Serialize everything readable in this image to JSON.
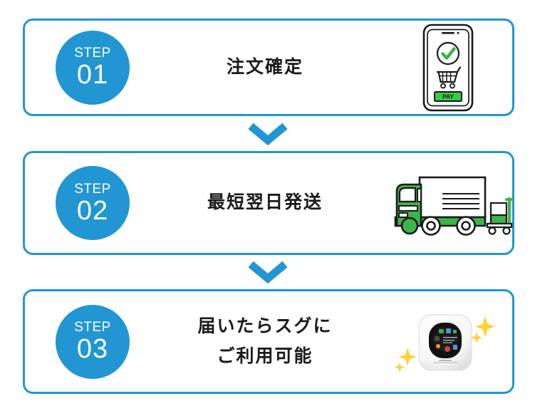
{
  "meta": {
    "accent_blue": "#2196D3",
    "icon_green": "#37B34A",
    "sparkle_yellow": "#FFD230",
    "text_dark": "#1a1a1a",
    "card_bg": "#ffffff"
  },
  "steps": [
    {
      "badge_word": "STEP",
      "badge_number": "01",
      "title_lines": [
        "注文確定"
      ],
      "icon_name": "smartphone-order-confirmed-icon",
      "icon_labels": {
        "pay_button": "PAY"
      }
    },
    {
      "badge_word": "STEP",
      "badge_number": "02",
      "title_lines": [
        "最短翌日発送"
      ],
      "icon_name": "delivery-truck-icon",
      "icon_labels": {}
    },
    {
      "badge_word": "STEP",
      "badge_number": "03",
      "title_lines": [
        "届いたらスグに",
        "ご利用可能"
      ],
      "icon_name": "wifi-router-device-icon",
      "icon_labels": {}
    }
  ],
  "connectors": [
    {
      "icon_name": "chevron-down-icon"
    },
    {
      "icon_name": "chevron-down-icon"
    }
  ]
}
